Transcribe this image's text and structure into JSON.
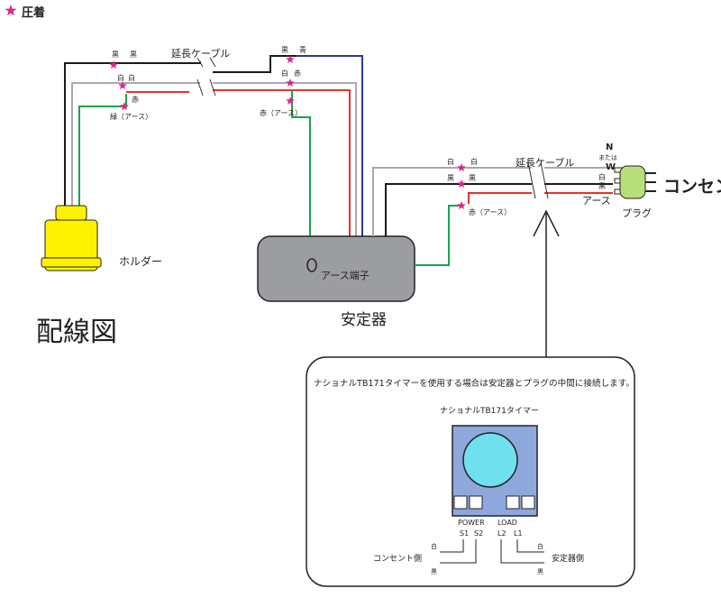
{
  "legend": {
    "label": "圧着"
  },
  "page_title": "配線図",
  "colors": {
    "black_wire": "#1a1a1a",
    "white_wire": "#a9a9a9",
    "red_wire": "#e8312b",
    "blue_wire": "#2a3a9a",
    "green_wire": "#1aa34a",
    "star": "#e0258a",
    "holder_fill": "#fff200",
    "stabilizer_fill": "#9c9da0",
    "timer_fill": "#8fa8dc",
    "timer_dial": "#6fe0ee",
    "plug_fill": "#b8e07a"
  },
  "top_section": {
    "cable_label": "延長ケーブル",
    "left_labels": {
      "black": "黒",
      "white": "白",
      "red": "赤",
      "green_earth": "緑（アース）"
    },
    "right_labels": {
      "black": "黒",
      "blue": "青",
      "white": "白",
      "red": "赤",
      "red_earth": "赤（アース）"
    }
  },
  "holder": {
    "label": "ホルダー"
  },
  "stabilizer": {
    "label": "安定器",
    "terminal_label": "アース端子"
  },
  "right_section": {
    "cable_label": "延長ケーブル",
    "left_labels": {
      "white": "白",
      "black": "黒",
      "red_earth": "赤（アース）"
    },
    "right_labels": {
      "white": "白",
      "black": "黒"
    },
    "plug_pins": {
      "n": "N",
      "or_text": "または",
      "w": "W",
      "white": "白",
      "black": "黒"
    },
    "earth_label": "アース",
    "plug_label": "プラグ",
    "outlet_label": "コンセント"
  },
  "timer_box": {
    "instruction": "ナショナルTB171タイマーを使用する場合は安定器とプラグの中間に接続します。",
    "timer_title": "ナショナルTB171タイマー",
    "power": {
      "label": "POWER",
      "s1": "S1",
      "s2": "S2"
    },
    "load": {
      "label": "LOAD",
      "l2": "L2",
      "l1": "L1"
    },
    "left_side": {
      "label": "コンセント側",
      "white": "白",
      "black": "黒"
    },
    "right_side": {
      "label": "安定器側",
      "white": "白",
      "black": "黒"
    }
  }
}
